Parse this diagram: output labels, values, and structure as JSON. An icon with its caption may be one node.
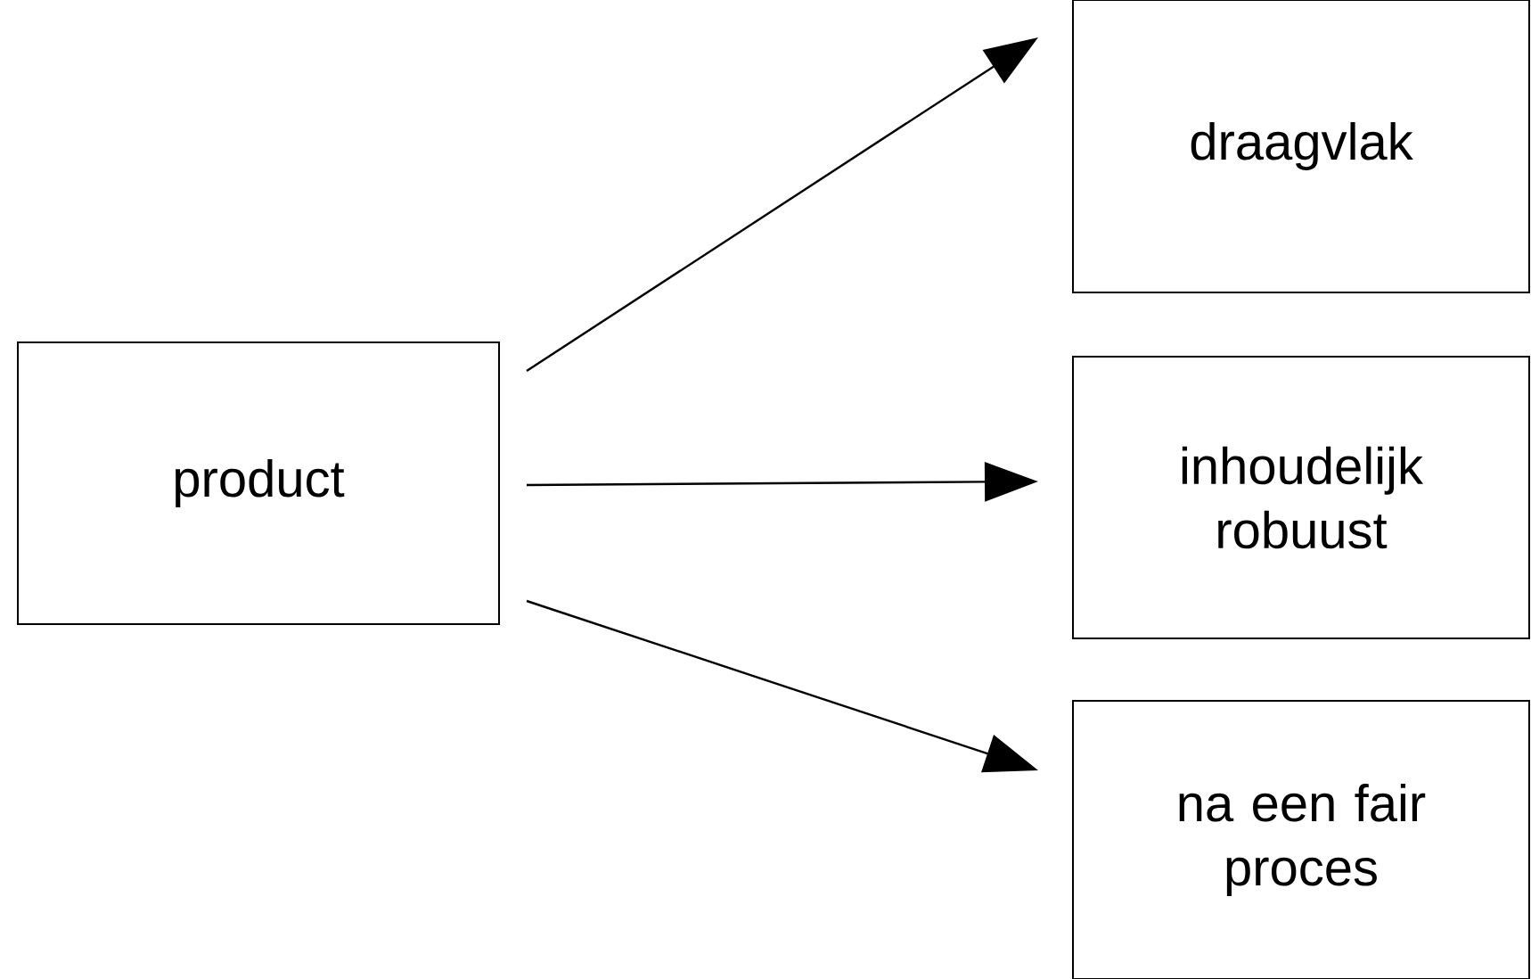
{
  "diagram": {
    "nodes": [
      {
        "text": [
          "product"
        ]
      },
      {
        "text": [
          "draagvlak"
        ]
      },
      {
        "text": [
          "inhoudelijk robuust"
        ]
      },
      {
        "text": [
          "na een fair proces"
        ]
      }
    ],
    "edges": [
      {
        "from": 0,
        "to": 1,
        "arrow": "to"
      },
      {
        "from": 0,
        "to": 2,
        "arrow": "to"
      },
      {
        "from": 0,
        "to": 3,
        "arrow": "to"
      }
    ]
  }
}
